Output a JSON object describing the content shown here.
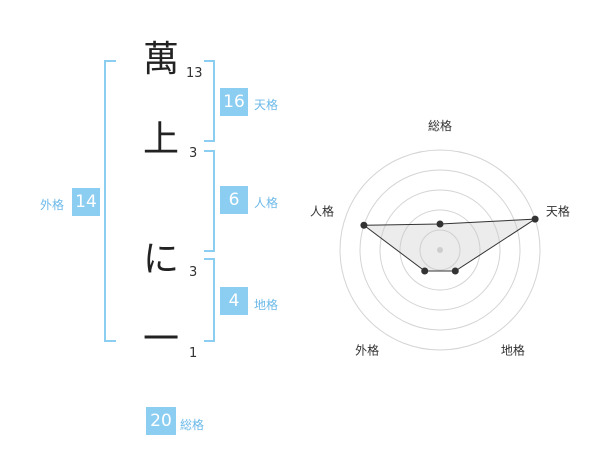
{
  "name": {
    "chars": [
      {
        "char": "萬",
        "strokes": "13"
      },
      {
        "char": "上",
        "strokes": "3"
      },
      {
        "char": "に",
        "strokes": "3"
      },
      {
        "char": "一",
        "strokes": "1"
      }
    ]
  },
  "fortunes": {
    "tenkaku": {
      "value": "16",
      "label": "天格"
    },
    "jinkaku": {
      "value": "6",
      "label": "人格"
    },
    "chikaku": {
      "value": "4",
      "label": "地格"
    },
    "gaikaku": {
      "value": "14",
      "label": "外格"
    },
    "soukaku": {
      "value": "20",
      "label": "総格"
    }
  },
  "chart_data": {
    "type": "radar",
    "axes": [
      "総格",
      "天格",
      "地格",
      "外格",
      "人格"
    ],
    "levels": 5,
    "values": [
      1.3,
      5,
      1.3,
      1.3,
      4
    ],
    "max": 5,
    "grid": true
  }
}
